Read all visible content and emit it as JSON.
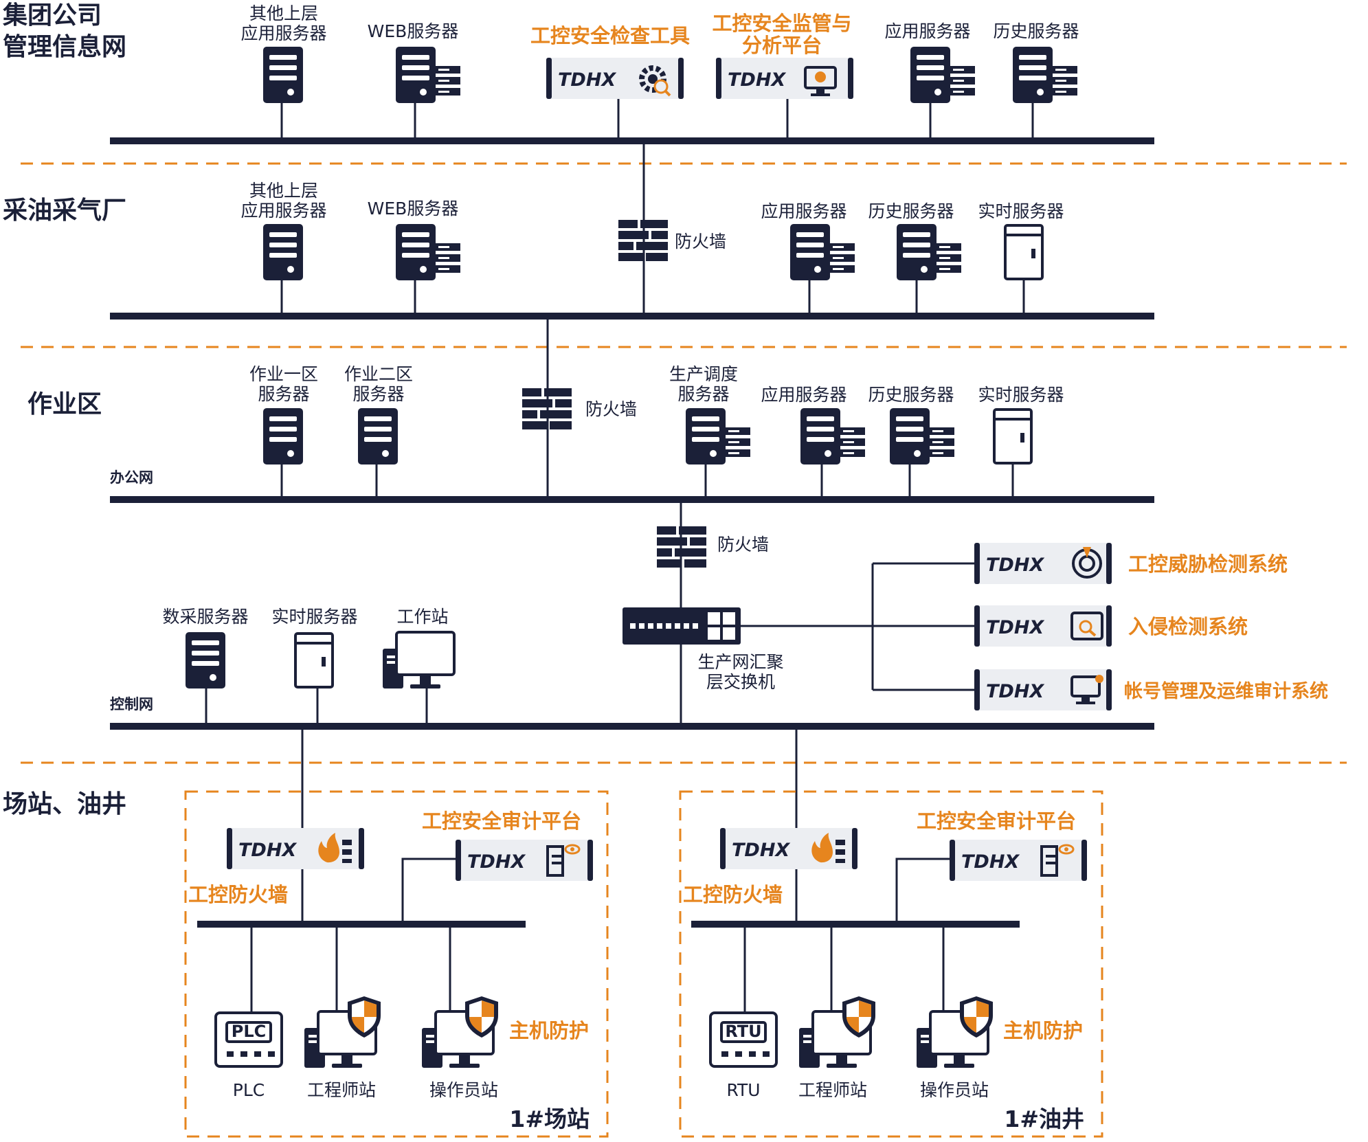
{
  "zones": {
    "group": [
      "集团公司",
      "管理信息网"
    ],
    "plant": "采油采气厂",
    "area": "作业区",
    "station": "场站、油井"
  },
  "networks": {
    "office": "办公网",
    "control": "控制网"
  },
  "group_level": {
    "other_app_server": [
      "其他上层",
      "应用服务器"
    ],
    "web_server": "WEB服务器",
    "check_tool": "工控安全检查工具",
    "supervision_platform": [
      "工控安全监管与",
      "分析平台"
    ],
    "app_server": "应用服务器",
    "history_server": "历史服务器"
  },
  "plant_level": {
    "other_app_server": [
      "其他上层",
      "应用服务器"
    ],
    "web_server": "WEB服务器",
    "firewall": "防火墙",
    "app_server": "应用服务器",
    "history_server": "历史服务器",
    "realtime_server": "实时服务器"
  },
  "area_level": {
    "zone1_server": [
      "作业一区",
      "服务器"
    ],
    "zone2_server": [
      "作业二区",
      "服务器"
    ],
    "firewall": "防火墙",
    "dispatch_server": [
      "生产调度",
      "服务器"
    ],
    "app_server": "应用服务器",
    "history_server": "历史服务器",
    "realtime_server": "实时服务器"
  },
  "control_level": {
    "firewall": "防火墙",
    "switch": [
      "生产网汇聚",
      "层交换机"
    ],
    "threat_detection": "工控威胁检测系统",
    "intrusion_detection": "入侵检测系统",
    "account_audit": "帐号管理及运维审计系统",
    "acquisition_server": "数采服务器",
    "realtime_server": "实时服务器",
    "workstation": "工作站"
  },
  "brand": "TDHX",
  "station": {
    "title": "1#场站",
    "firewall": "工控防火墙",
    "audit_platform": "工控安全审计平台",
    "host_protection": "主机防护",
    "plc_badge": "PLC",
    "plc": "PLC",
    "engineer": "工程师站",
    "operator": "操作员站"
  },
  "well": {
    "title": "1#油井",
    "firewall": "工控防火墙",
    "audit_platform": "工控安全审计平台",
    "host_protection": "主机防护",
    "rtu_badge": "RTU",
    "rtu": "RTU",
    "engineer": "工程师站",
    "operator": "操作员站"
  },
  "colors": {
    "navy": "#1b2038",
    "orange": "#e6851e",
    "device_body": "#eceef2"
  }
}
